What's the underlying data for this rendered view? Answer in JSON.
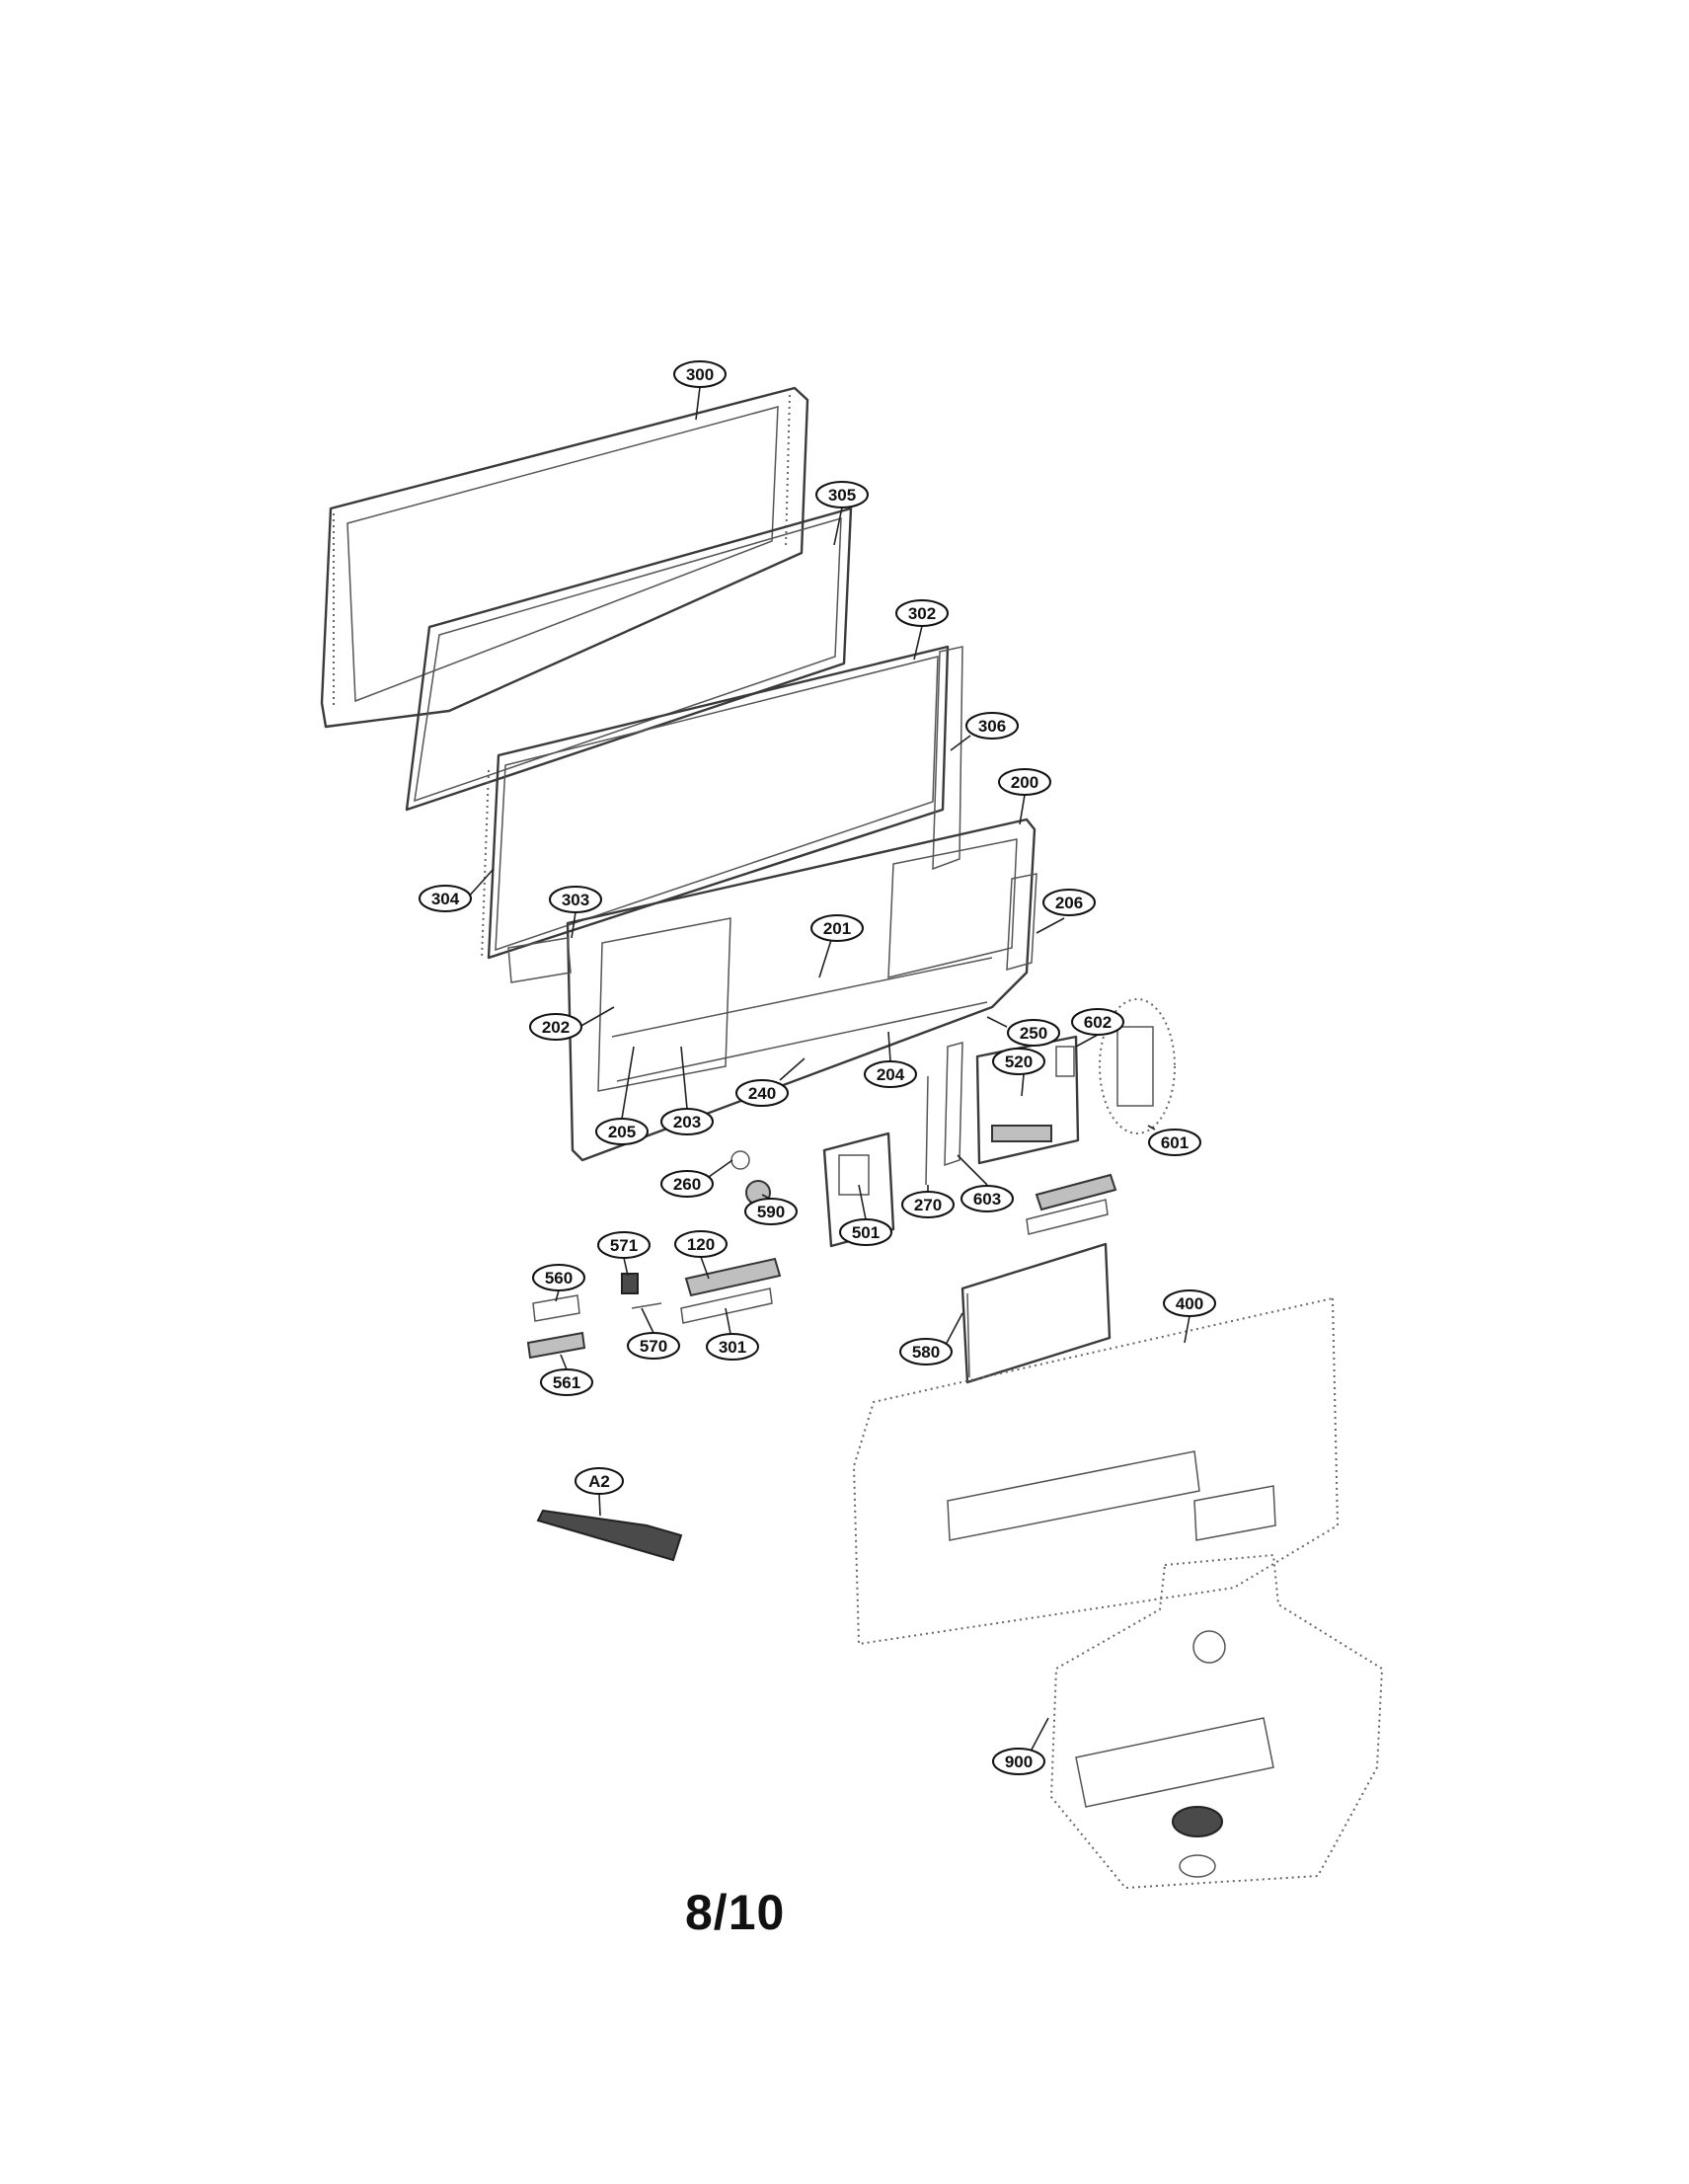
{
  "page_number": "8/10",
  "callouts": [
    "300",
    "305",
    "302",
    "306",
    "200",
    "304",
    "303",
    "206",
    "201",
    "202",
    "250",
    "602",
    "520",
    "204",
    "240",
    "205",
    "203",
    "601",
    "260",
    "590",
    "501",
    "270",
    "603",
    "571",
    "120",
    "560",
    "570",
    "301",
    "580",
    "400",
    "561",
    "A2",
    "900"
  ]
}
